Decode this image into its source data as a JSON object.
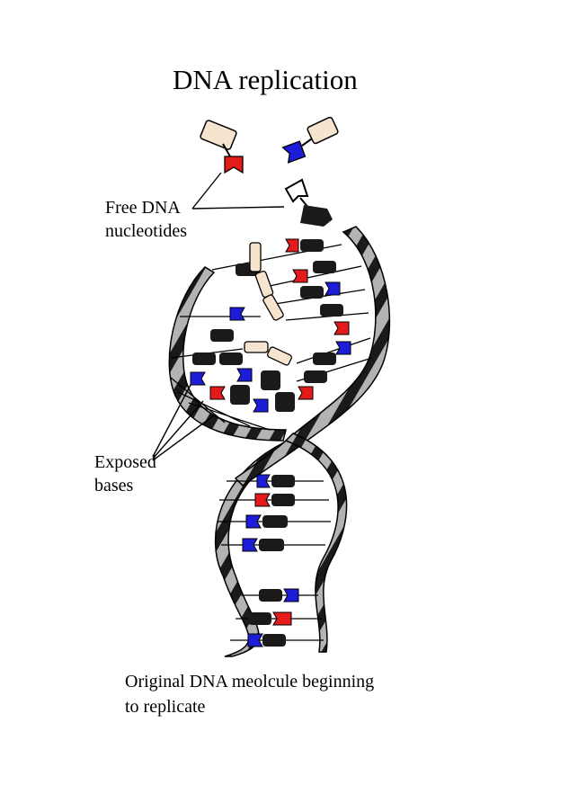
{
  "title": "DNA replication",
  "labels": {
    "free_nucleotides": [
      "Free DNA",
      "nucleotides"
    ],
    "exposed_bases": [
      "Exposed",
      "bases"
    ],
    "caption": [
      "Original DNA meolcule beginning",
      "to replicate"
    ]
  },
  "colors": {
    "background": "#ffffff",
    "outline": "#000000",
    "backbone_dark": "#1a1a1a",
    "backbone_light": "#b3b3b3",
    "sugar_cream": "#f6e4cf",
    "base_black": "#1a1a1a",
    "base_red": "#e31b1b",
    "base_blue": "#1c1cd9"
  }
}
